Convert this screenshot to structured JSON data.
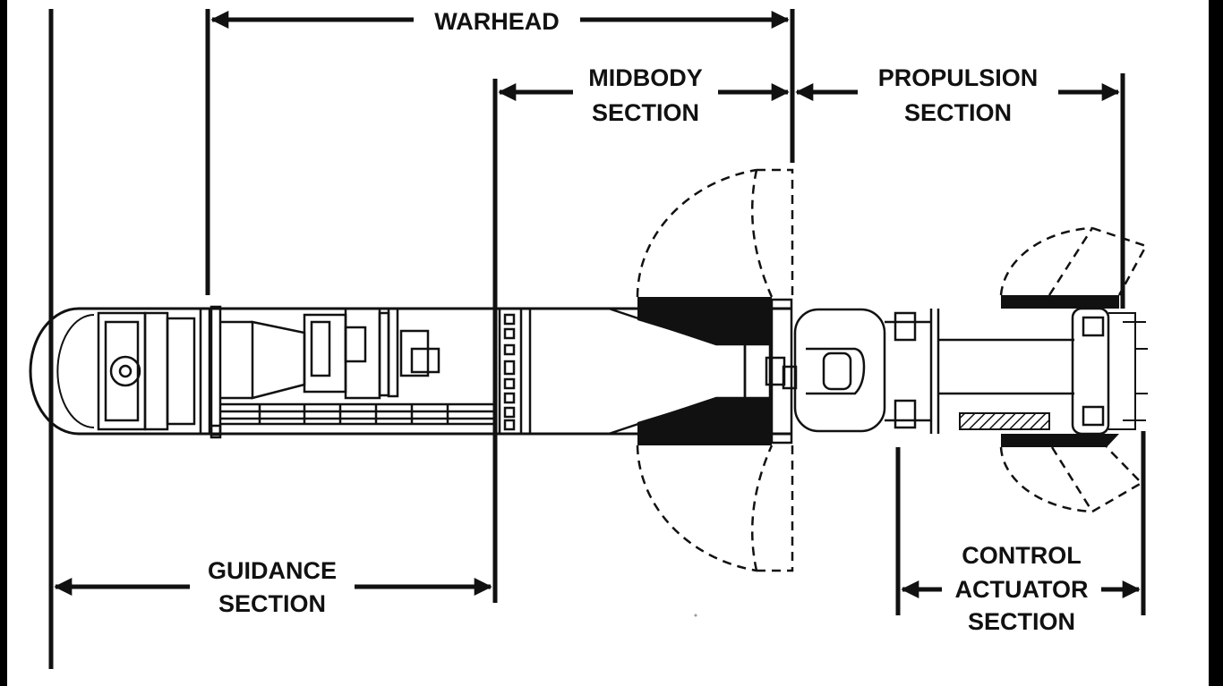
{
  "labels": {
    "warhead": "WARHEAD",
    "midbody_1": "MIDBODY",
    "midbody_2": "SECTION",
    "propulsion_1": "PROPULSION",
    "propulsion_2": "SECTION",
    "guidance_1": "GUIDANCE",
    "guidance_2": "SECTION",
    "control_1": "CONTROL",
    "control_2": "ACTUATOR",
    "control_3": "SECTION"
  },
  "colors": {
    "background": "#000000",
    "panel": "#ffffff",
    "ink": "#111111"
  }
}
